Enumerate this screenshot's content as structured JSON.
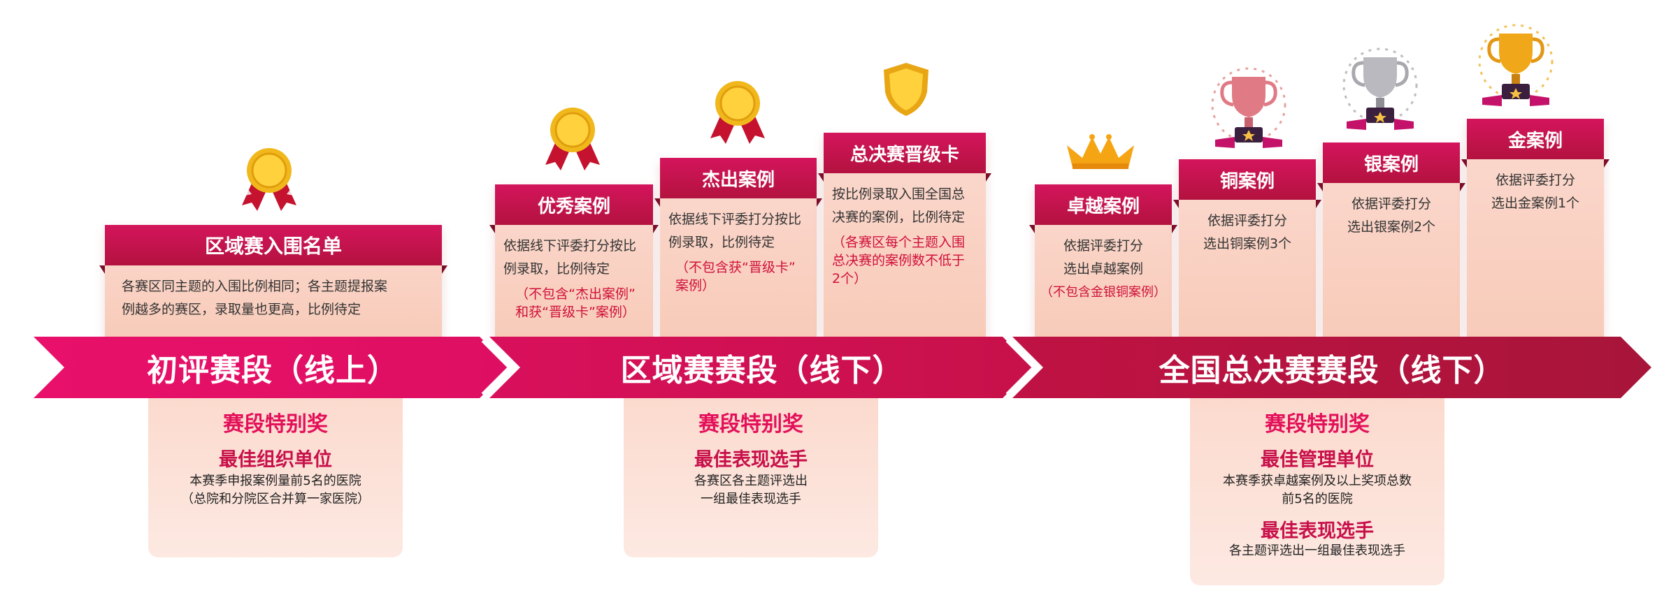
{
  "stages": [
    {
      "label": "初评赛段（线上）",
      "color": "#e8106a"
    },
    {
      "label": "区域赛赛段（线下）",
      "color": "#d50f55"
    },
    {
      "label": "全国总决赛赛段（线下）",
      "color": "#b6133f"
    }
  ],
  "cards": {
    "regional_list": {
      "title": "区域赛入围名单",
      "body": [
        "各赛区同主题的入围比例相同；各主题提报案",
        "例越多的赛区，录取量也更高，比例待定"
      ]
    },
    "excellent": {
      "title": "优秀案例",
      "body": [
        "依据线下评委打分按比",
        "例录取，比例待定"
      ],
      "note": [
        "（不包含“杰出案例”",
        "和获“晋级卡”案例）"
      ]
    },
    "outstanding": {
      "title": "杰出案例",
      "body": [
        "依据线下评委打分按比",
        "例录取，比例待定"
      ],
      "note": [
        "（不包含获“晋级卡”",
        "案例）"
      ]
    },
    "final_card": {
      "title": "总决赛晋级卡",
      "body": [
        "按比例录取入围全国总",
        "决赛的案例，比例待定"
      ],
      "note": [
        "（各赛区每个主题入围",
        "总决赛的案例数不低于",
        "2个）"
      ]
    },
    "superior": {
      "title": "卓越案例",
      "body": [
        "依据评委打分",
        "选出卓越案例"
      ],
      "note": [
        "（不包含金银铜案例）"
      ]
    },
    "bronze": {
      "title": "铜案例",
      "body": [
        "依据评委打分",
        "选出铜案例3个"
      ]
    },
    "silver": {
      "title": "银案例",
      "body": [
        "依据评委打分",
        "选出银案例2个"
      ]
    },
    "gold": {
      "title": "金案例",
      "body": [
        "依据评委打分",
        "选出金案例1个"
      ]
    }
  },
  "special_awards": [
    {
      "title": "赛段特别奖",
      "items": [
        {
          "name": "最佳组织单位",
          "desc": [
            "本赛季申报案例量前5名的医院",
            "（总院和分院区合并算一家医院）"
          ]
        }
      ]
    },
    {
      "title": "赛段特别奖",
      "items": [
        {
          "name": "最佳表现选手",
          "desc": [
            "各赛区各主题评选出",
            "一组最佳表现选手"
          ]
        }
      ]
    },
    {
      "title": "赛段特别奖",
      "items": [
        {
          "name": "最佳管理单位",
          "desc": [
            "本赛季获卓越案例及以上奖项总数",
            "前5名的医院"
          ]
        },
        {
          "name": "最佳表现选手",
          "desc": [
            "各主题评选出一组最佳表现选手"
          ]
        }
      ]
    }
  ],
  "icons": [
    "gold-medal-icon",
    "gold-medal-icon",
    "gold-medal-icon",
    "gold-shield-icon",
    "crown-icon",
    "bronze-trophy-icon",
    "silver-trophy-icon",
    "gold-trophy-icon"
  ]
}
